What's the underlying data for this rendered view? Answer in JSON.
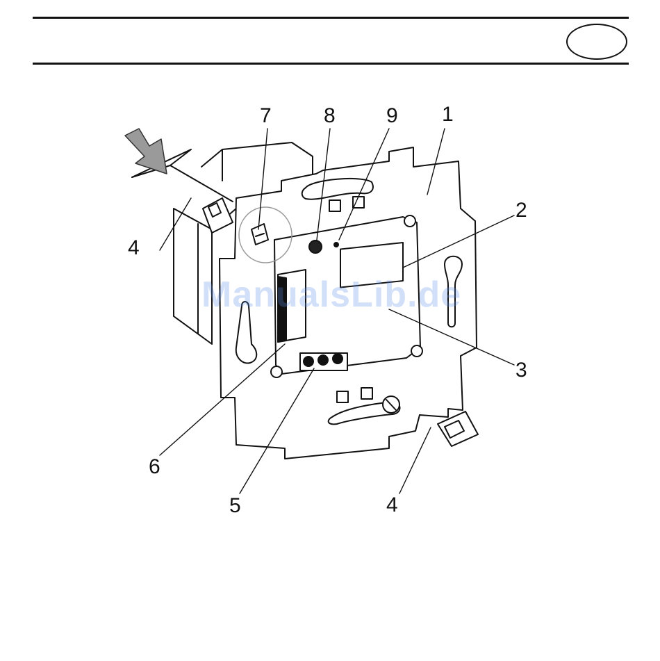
{
  "header": {
    "language_badge": ""
  },
  "callouts": {
    "c7": "7",
    "c8": "8",
    "c9": "9",
    "c1": "1",
    "c2": "2",
    "c4_top": "4",
    "c3": "3",
    "c6": "6",
    "c5": "5",
    "c4_bottom": "4"
  },
  "watermark": "ManualsLib.de"
}
